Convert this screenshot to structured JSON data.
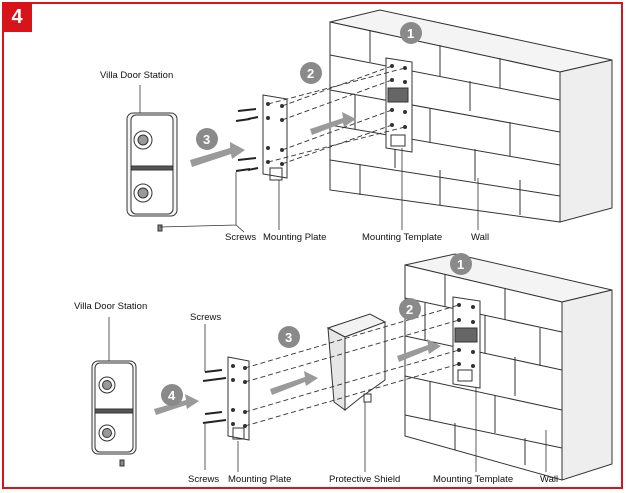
{
  "step_number": "4",
  "top_diagram": {
    "labels": {
      "villa_door_station": "Villa Door Station",
      "screws": "Screws",
      "mounting_plate": "Mounting Plate",
      "mounting_template": "Mounting Template",
      "wall": "Wall"
    },
    "badges": [
      "1",
      "2",
      "3"
    ]
  },
  "bottom_diagram": {
    "labels": {
      "villa_door_station": "Villa Door Station",
      "screws_top": "Screws",
      "screws_bottom": "Screws",
      "mounting_plate": "Mounting Plate",
      "protective_shield": "Protective Shield",
      "mounting_template": "Mounting Template",
      "wall": "Wall"
    },
    "badges": [
      "1",
      "2",
      "3",
      "4"
    ]
  },
  "colors": {
    "frame": "#d7141a",
    "badge": "#8a8a8a",
    "arrow": "#9a9a9a",
    "line": "#333333"
  }
}
